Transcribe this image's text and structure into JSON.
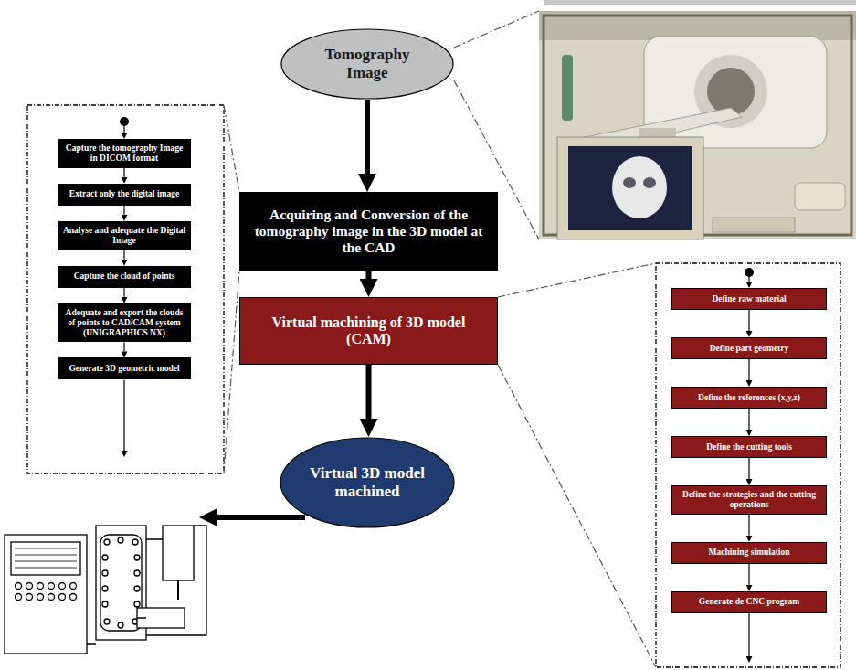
{
  "diagram": {
    "nodes": [
      {
        "text": [
          "Tomography Image"
        ]
      },
      {
        "text": [
          "Acquiring and Conversion of the tomography image in the 3D model at the CAD"
        ]
      },
      {
        "text": [
          "Virtual machining of 3D model (CAM)"
        ]
      },
      {
        "text": [
          "Virtual 3D model machined"
        ]
      },
      {
        "text": [
          "Capture the tomography Image in DICOM format"
        ]
      },
      {
        "text": [
          "Extract only the digital image"
        ]
      },
      {
        "text": [
          "Analyse and adequate the Digital Image"
        ]
      },
      {
        "text": [
          "Capture the cloud of points"
        ]
      },
      {
        "text": [
          "Adequate and export the clouds of points to CAD/CAM system (UNIGRAPHICS NX)"
        ]
      },
      {
        "text": [
          "Generate 3D geometric model"
        ]
      },
      {
        "text": [
          "Define raw material"
        ]
      },
      {
        "text": [
          "Define part geometry"
        ]
      },
      {
        "text": [
          "Define the references (x,y,z)"
        ]
      },
      {
        "text": [
          "Define the cutting tools"
        ]
      },
      {
        "text": [
          "Define the strategies and the cutting operations"
        ]
      },
      {
        "text": [
          "Machining simulation"
        ]
      },
      {
        "text": [
          "Generate de CNC program"
        ]
      }
    ],
    "edges": [
      {
        "from": 0,
        "to": 1,
        "arrow": "to"
      },
      {
        "from": 1,
        "to": 2,
        "arrow": "to"
      },
      {
        "from": 2,
        "to": 3,
        "arrow": "to"
      },
      {
        "from": 4,
        "to": 5,
        "arrow": "to"
      },
      {
        "from": 5,
        "to": 6,
        "arrow": "to"
      },
      {
        "from": 6,
        "to": 7,
        "arrow": "to"
      },
      {
        "from": 7,
        "to": 8,
        "arrow": "to"
      },
      {
        "from": 8,
        "to": 9,
        "arrow": "to"
      },
      {
        "from": 10,
        "to": 11,
        "arrow": "to"
      },
      {
        "from": 11,
        "to": 12,
        "arrow": "to"
      },
      {
        "from": 12,
        "to": 13,
        "arrow": "to"
      },
      {
        "from": 13,
        "to": 14,
        "arrow": "to"
      },
      {
        "from": 14,
        "to": 15,
        "arrow": "to"
      },
      {
        "from": 15,
        "to": 16,
        "arrow": "to"
      }
    ]
  }
}
